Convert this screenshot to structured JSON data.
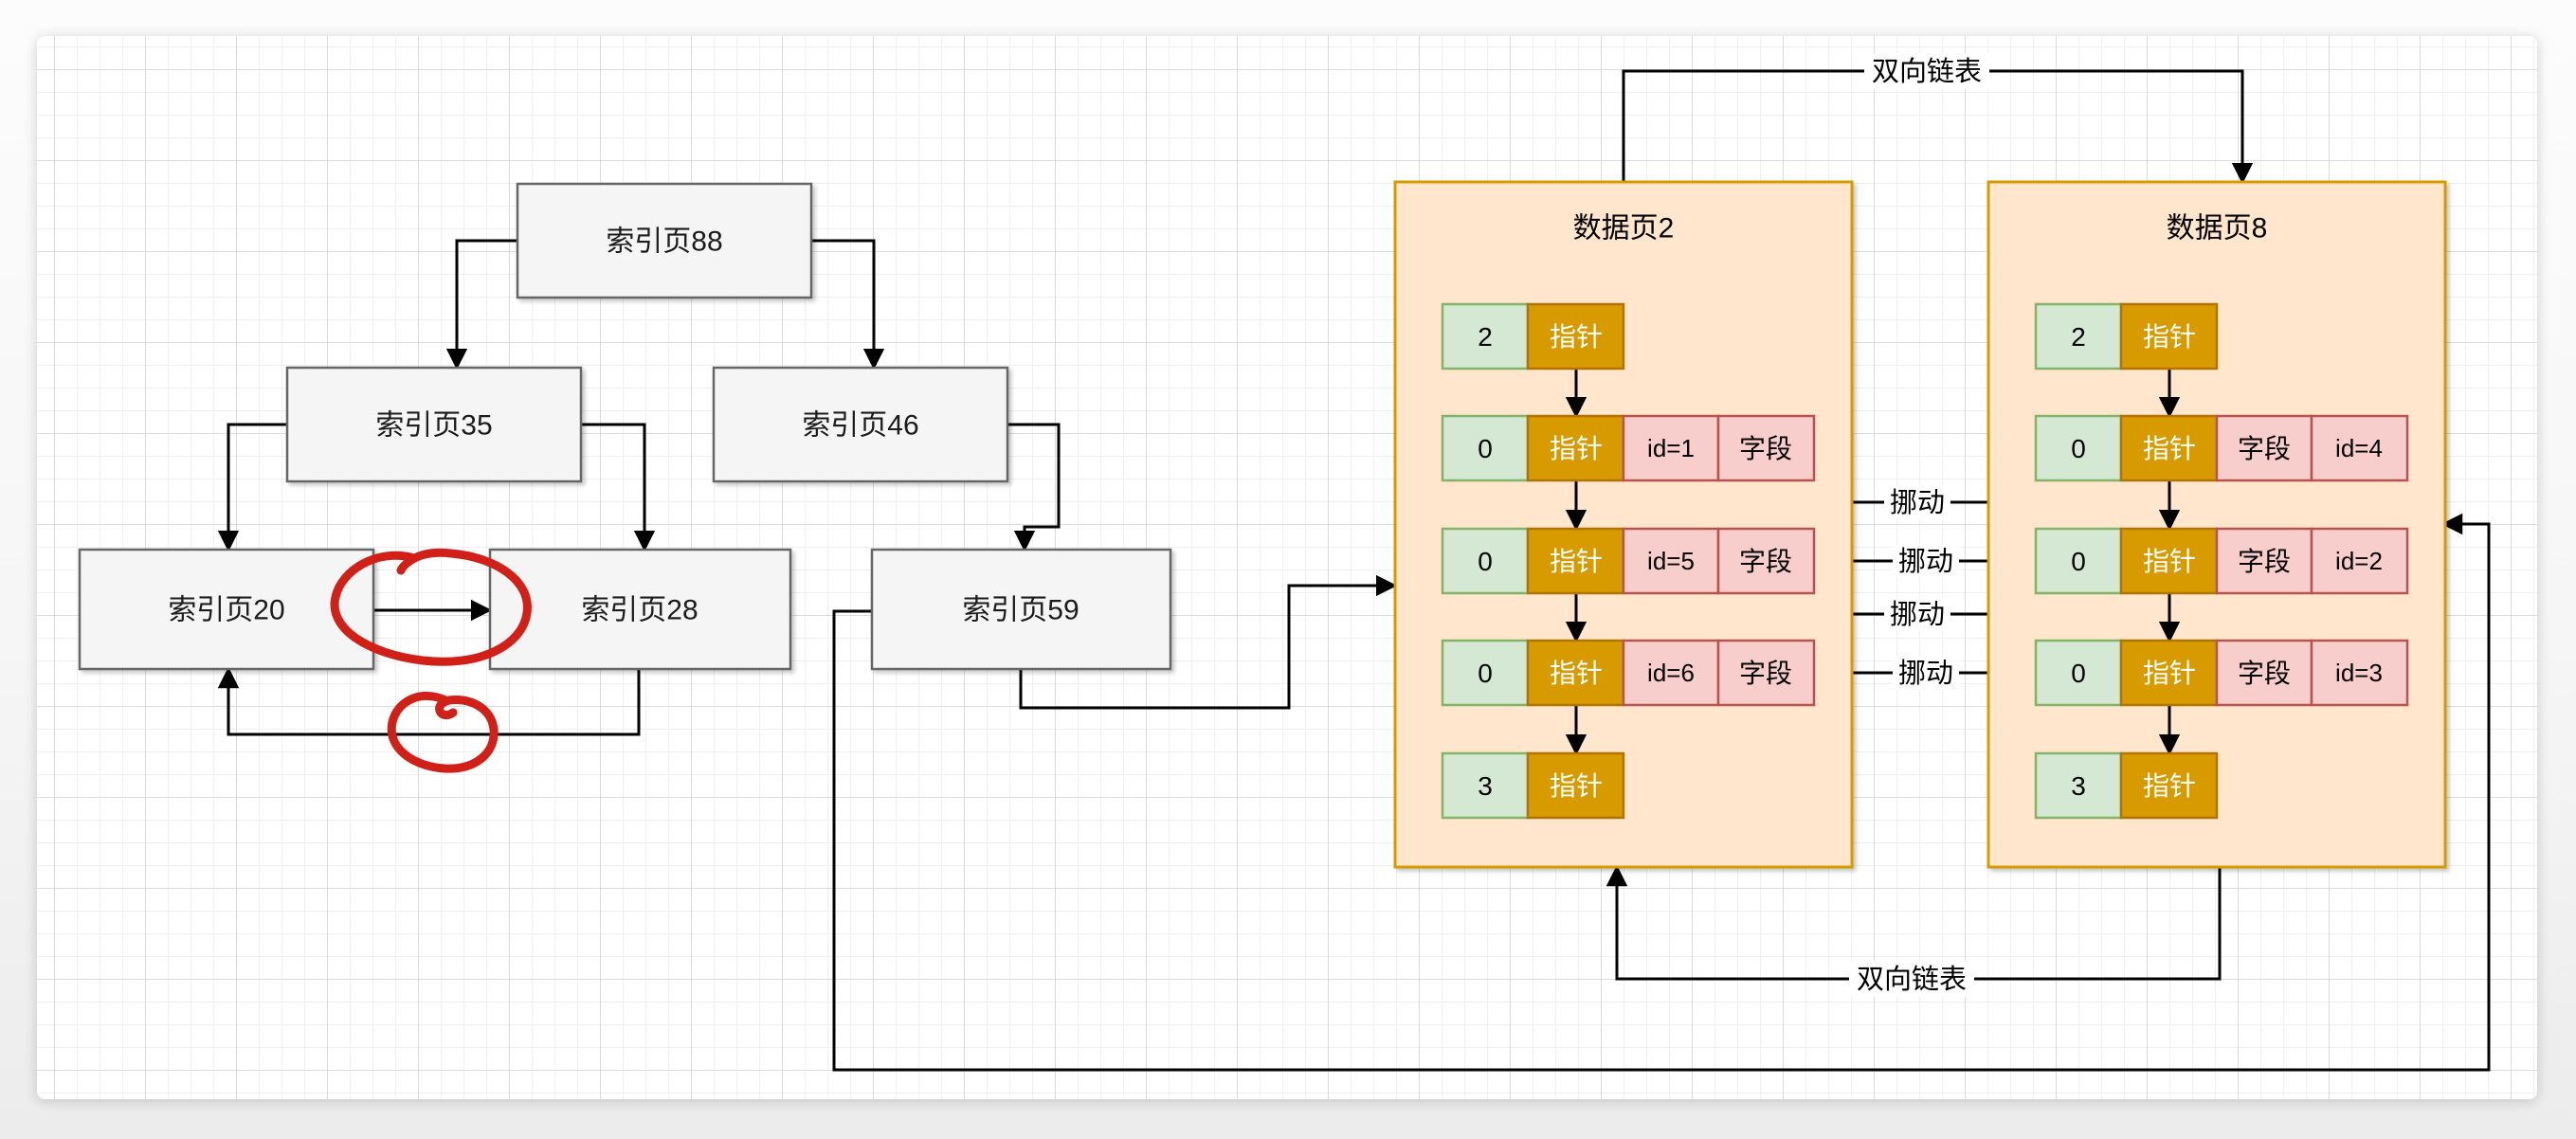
{
  "diagram": {
    "index_nodes": [
      {
        "label": "索引页88"
      },
      {
        "label": "索引页35"
      },
      {
        "label": "索引页46"
      },
      {
        "label": "索引页20"
      },
      {
        "label": "索引页28"
      },
      {
        "label": "索引页59"
      }
    ],
    "data_pages": [
      {
        "title": "数据页2",
        "rows": [
          {
            "cells": [
              "2",
              "指针"
            ]
          },
          {
            "cells": [
              "0",
              "指针",
              "id=1",
              "字段"
            ]
          },
          {
            "cells": [
              "0",
              "指针",
              "id=5",
              "字段"
            ]
          },
          {
            "cells": [
              "0",
              "指针",
              "id=6",
              "字段"
            ]
          },
          {
            "cells": [
              "3",
              "指针"
            ]
          }
        ]
      },
      {
        "title": "数据页8",
        "rows": [
          {
            "cells": [
              "2",
              "指针"
            ]
          },
          {
            "cells": [
              "0",
              "指针",
              "字段",
              "id=4"
            ]
          },
          {
            "cells": [
              "0",
              "指针",
              "字段",
              "id=2"
            ]
          },
          {
            "cells": [
              "0",
              "指针",
              "字段",
              "id=3"
            ]
          },
          {
            "cells": [
              "3",
              "指针"
            ]
          }
        ]
      }
    ],
    "edge_labels": {
      "doubly_linked_top": "双向链表",
      "doubly_linked_bottom": "双向链表",
      "move": "挪动"
    },
    "colors": {
      "page_fill": "#ffe6cc",
      "page_stroke": "#d79b00",
      "green_fill": "#d5e8d4",
      "green_stroke": "#82b366",
      "orange_fill": "#d79b00",
      "orange_stroke": "#b27300",
      "pink_fill": "#f8cecc",
      "pink_stroke": "#b85450",
      "node_fill": "#f5f5f5",
      "node_stroke": "#666666",
      "line": "#000000",
      "annotation_red": "#d02018"
    }
  }
}
